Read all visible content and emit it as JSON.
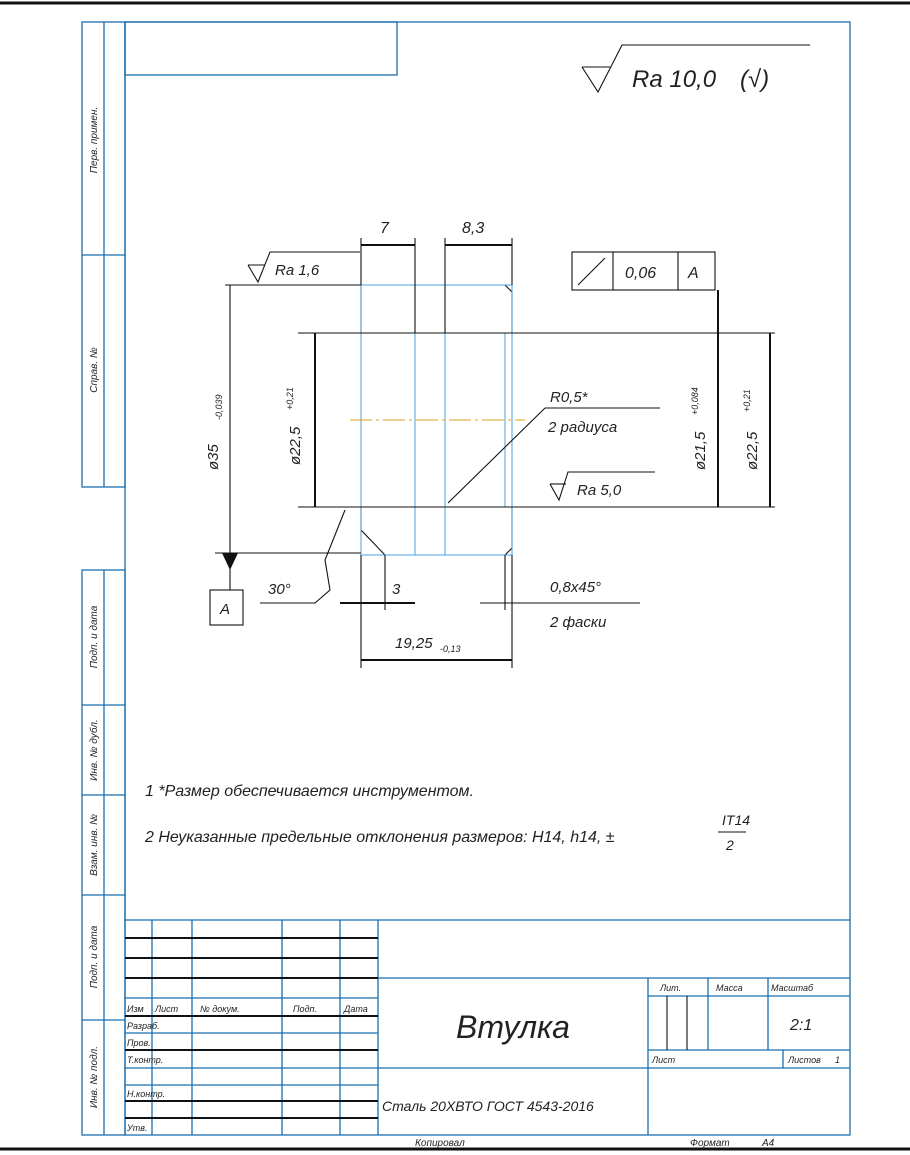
{
  "roughness_general": {
    "value": "Ra 10,0",
    "suffix": "(√)"
  },
  "side_strip": [
    "Перв. примен.",
    "Справ. №",
    "Подп. и дата",
    "Инв. № дубл.",
    "Взам. инв. №",
    "Подп. и дата",
    "Инв. № подл."
  ],
  "dimensions": {
    "d7": "7",
    "d83": "8,3",
    "ra16": "Ra 1,6",
    "d35": "ø35",
    "d35_tol": "-0,039",
    "d225_left": "ø22,5",
    "d225_left_tol": "+0,21",
    "d215": "ø21,5",
    "d215_tol": "+0,084",
    "d225_right": "ø22,5",
    "d225_right_tol": "+0,21",
    "r05": "R0,5*",
    "r05_note": "2 радиуса",
    "ra50": "Ra 5,0",
    "angle": "30°",
    "d3": "3",
    "chamfer": "0,8x45°",
    "chamfer_note": "2 фаски",
    "d1925": "19,25",
    "d1925_tol": "-0,13",
    "datum": "A",
    "tolerance_frame": {
      "value": "0,06",
      "datum": "A"
    }
  },
  "notes": [
    "1  *Размер обеспечивается инструментом.",
    "2  Неуказанные предельные отклонения размеров: H14, h14, ±"
  ],
  "note_fraction": {
    "num": "IT14",
    "den": "2"
  },
  "title_block": {
    "headers": [
      "Изм",
      "Лист",
      "№ докум.",
      "Подп.",
      "Дата"
    ],
    "roles": [
      "Разраб.",
      "Пров.",
      "Т.контр.",
      "",
      "Н.контр.",
      "Утв."
    ],
    "title": "Втулка",
    "material": "Сталь  20ХВТО ГОСТ 4543-2016",
    "lit_label": "Лит.",
    "mass_label": "Масса",
    "scale_label": "Масштаб",
    "scale": "2:1",
    "sheet_label": "Лист",
    "sheets_label": "Листов",
    "sheets": "1",
    "copied": "Копировал",
    "format_label": "Формат",
    "format": "А4"
  }
}
